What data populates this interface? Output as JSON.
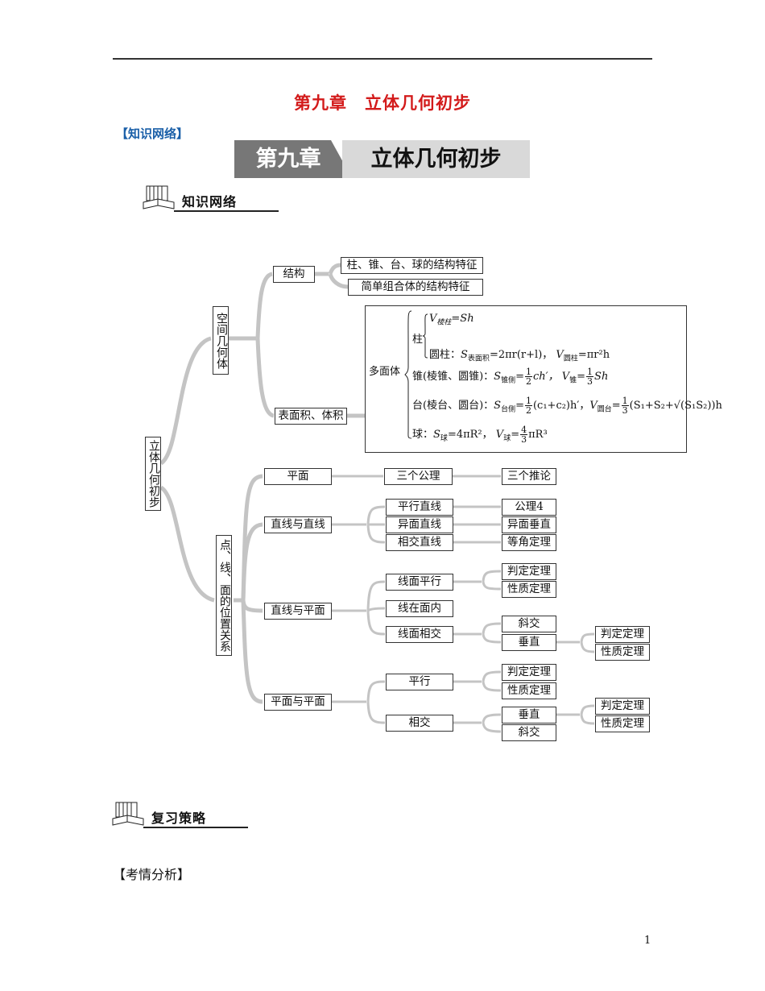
{
  "header": {
    "chapter_title": "第九章　立体几何初步",
    "section_tag": "【知识网络】"
  },
  "banner": {
    "left": "第九章",
    "right": "立体几何初步"
  },
  "ribbon1": {
    "label": "知识网络"
  },
  "ribbon2": {
    "label": "复习策略"
  },
  "mindmap": {
    "root": "立体几何初步",
    "branch1": "空间几何体",
    "branch2": "点、线、面的位置关系",
    "jiegou": "结构",
    "jiegou_items": [
      "柱、锥、台、球的结构特征",
      "简单组合体的结构特征"
    ],
    "biaomian": "表面积、体积",
    "polyhedron": "多面体",
    "zhu": "柱",
    "planes": {
      "pingmian": "平面",
      "zz": "直线与直线",
      "zp": "直线与平面",
      "pp": "平面与平面"
    },
    "pingmian_row": [
      "三个公理",
      "三个推论"
    ],
    "zz_items": [
      "平行直线",
      "异面直线",
      "相交直线"
    ],
    "zz_results": [
      "公理4",
      "异面垂直",
      "等角定理"
    ],
    "zp_items": [
      "线面平行",
      "线在面内",
      "线面相交"
    ],
    "zp_parallel": [
      "判定定理",
      "性质定理"
    ],
    "zp_intersect": [
      "斜交",
      "垂直"
    ],
    "zp_perp": [
      "判定定理",
      "性质定理"
    ],
    "pp_items": [
      "平行",
      "相交"
    ],
    "pp_parallel": [
      "判定定理",
      "性质定理"
    ],
    "pp_intersect": [
      "垂直",
      "斜交"
    ],
    "pp_perp": [
      "判定定理",
      "性质定理"
    ]
  },
  "formulas": {
    "prism_V": "=Sh",
    "prism_sub": "棱柱",
    "cyl_label": "圆柱：",
    "cyl_S_sub": "表面积",
    "cyl_S": "=2πr(r+l)，",
    "cyl_V_sub": "圆柱",
    "cyl_V": "=πr²h",
    "cone_label": "锥(棱锥、圆锥)：",
    "cone_S_sub": "锥侧",
    "cone_S": "ch′，",
    "cone_V_sub": "锥",
    "cone_V": "Sh",
    "frustum_label": "台(棱台、圆台)：",
    "frustum_S_sub": "台侧",
    "frustum_S": "(c₁+c₂)h′，",
    "frustum_V_sub": "圆台",
    "frustum_V": "(S₁+S₂+√(S₁S₂))h",
    "sphere_label": "球：",
    "sphere_S_sub": "球",
    "sphere_S": "=4πR²，",
    "sphere_V_sub": "球",
    "sphere_V": "πR³",
    "half_n": "1",
    "half_d": "2",
    "third_n": "1",
    "third_d": "3",
    "four_third_n": "4",
    "four_third_d": "3"
  },
  "footer": {
    "exam_tag": "【考情分析】",
    "page_number": "1"
  }
}
